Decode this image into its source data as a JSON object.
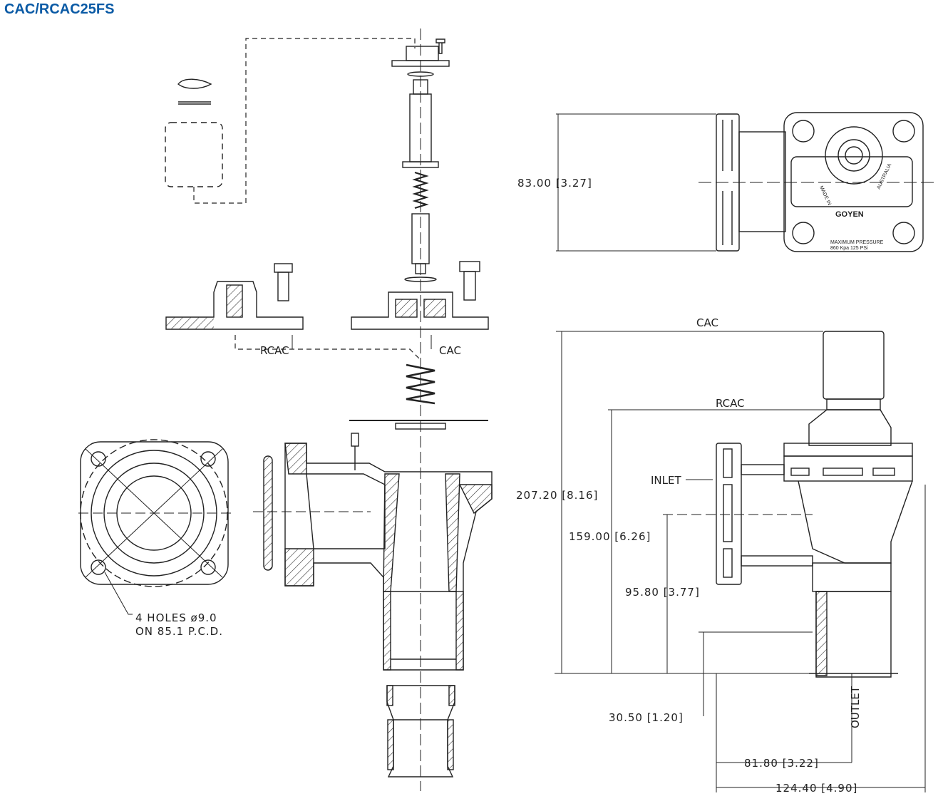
{
  "title": "CAC/RCAC25FS",
  "labels": {
    "rcac_top": "RCAC",
    "cac_top": "CAC",
    "cac_side": "CAC",
    "rcac_side": "RCAC",
    "inlet": "INLET",
    "outlet": "OUTLET",
    "holes_line1": "4 HOLES ø9.0",
    "holes_line2": "ON 85.1 P.C.D.",
    "made_in": "MADE IN",
    "australia": "AUSTRALIA",
    "brand": "GOYEN",
    "max_pressure": "MAXIMUM PRESSURE",
    "pressure_values": "860 Kpa   125 PSi"
  },
  "dimensions": {
    "d_83": "83.00 [3.27]",
    "d_207": "207.20 [8.16]",
    "d_159": "159.00 [6.26]",
    "d_95": "95.80 [3.77]",
    "d_30": "30.50 [1.20]",
    "d_81": "81.80 [3.22]",
    "d_124": "124.40 [4.90]"
  }
}
